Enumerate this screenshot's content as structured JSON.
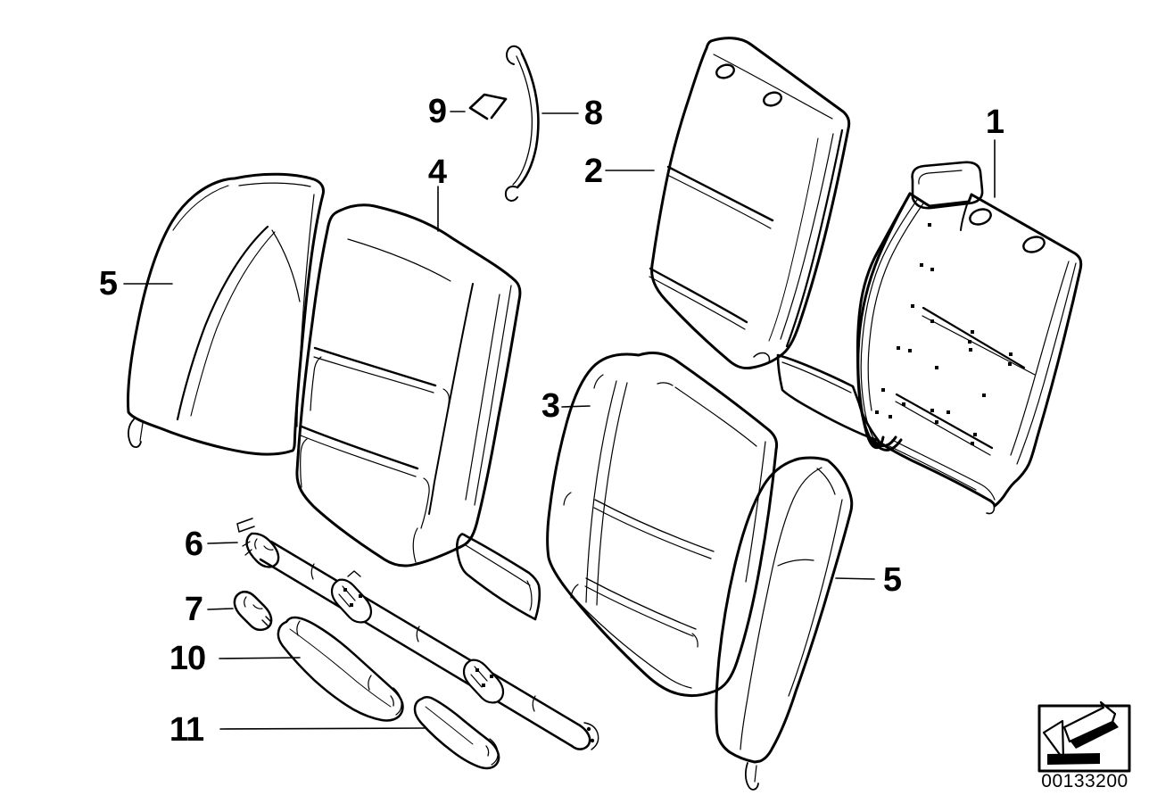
{
  "canvas": {
    "background": "#ffffff",
    "ink": "#000000"
  },
  "callouts": {
    "c1": {
      "label": "1"
    },
    "c2": {
      "label": "2"
    },
    "c3": {
      "label": "3"
    },
    "c4": {
      "label": "4"
    },
    "c5a": {
      "label": "5"
    },
    "c5b": {
      "label": "5"
    },
    "c6": {
      "label": "6"
    },
    "c7": {
      "label": "7"
    },
    "c8": {
      "label": "8"
    },
    "c9": {
      "label": "9"
    },
    "c10": {
      "label": "10"
    },
    "c11": {
      "label": "11"
    }
  },
  "footer": {
    "image_number": "00133200",
    "icon": "direction-of-travel-arrow-icon"
  }
}
